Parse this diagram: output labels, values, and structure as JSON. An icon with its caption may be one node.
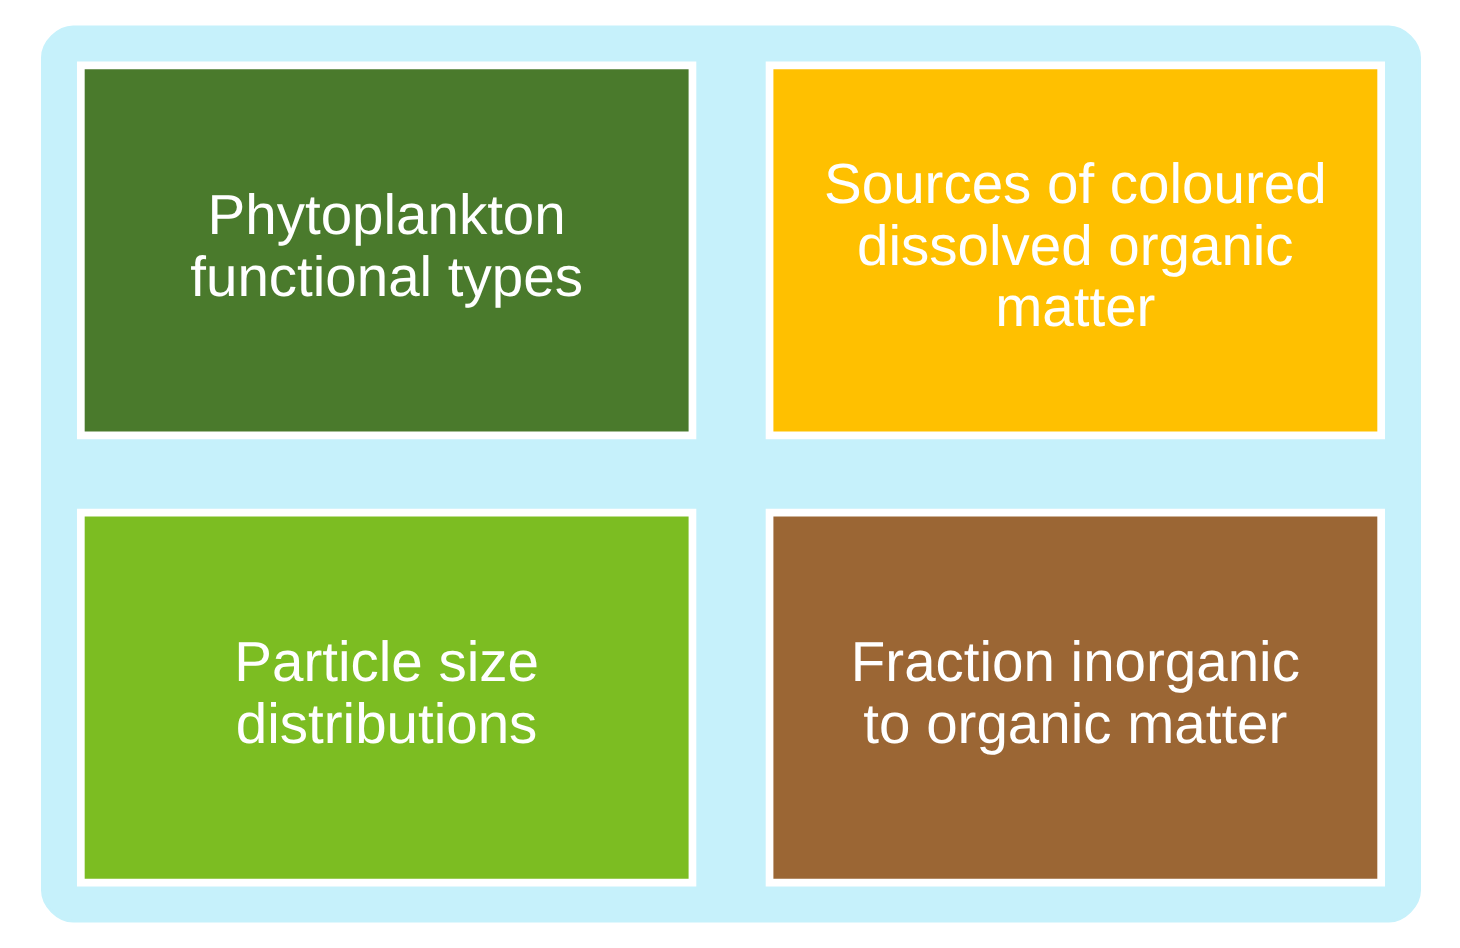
{
  "diagram": {
    "nodes": [
      {
        "text": [],
        "shape": "box"
      },
      {
        "text": [
          "Phytoplankton functional types"
        ],
        "in": 0
      },
      {
        "text": [
          "Sources of coloured dissolved organic matter"
        ],
        "in": 0
      },
      {
        "text": [
          "Particle size distributions"
        ],
        "in": 0
      },
      {
        "text": [
          "Fraction inorganic to organic matter"
        ],
        "in": 0
      }
    ],
    "edges": []
  }
}
